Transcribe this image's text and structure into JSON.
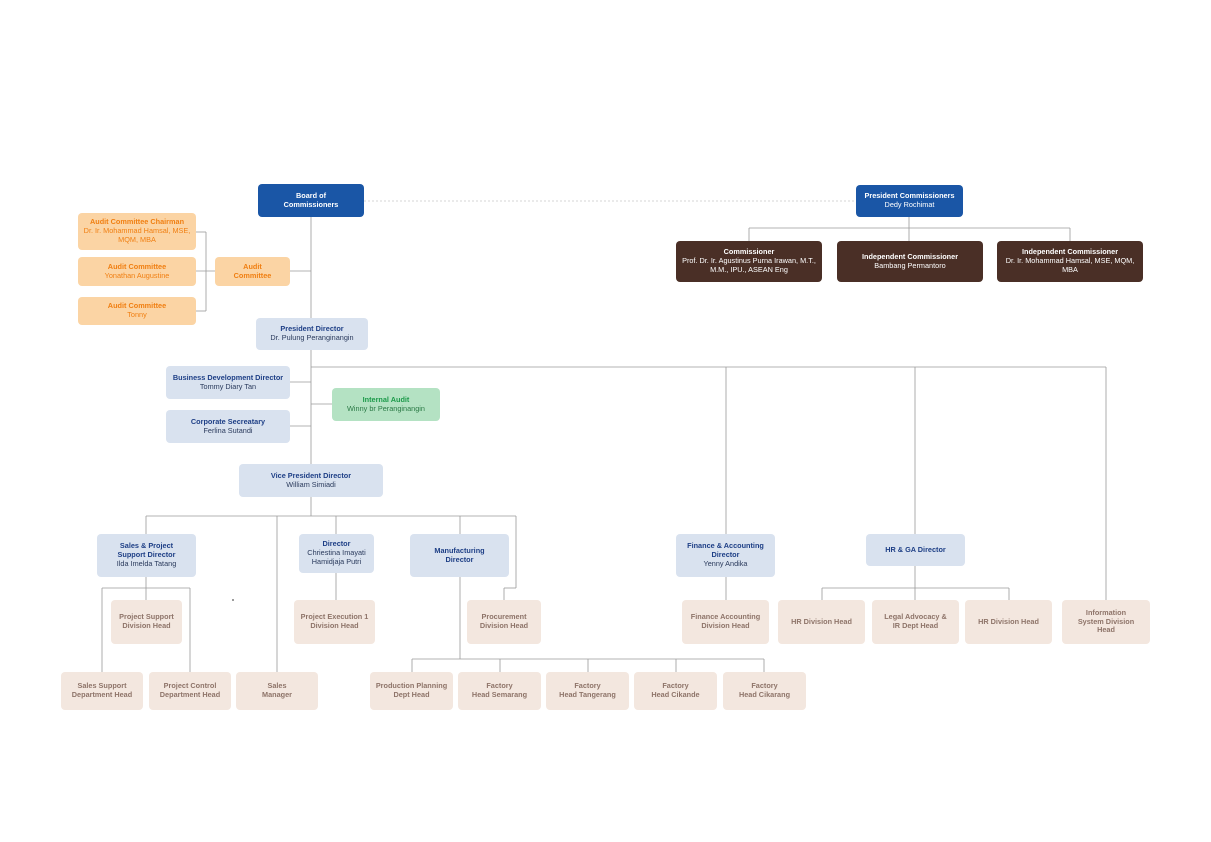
{
  "board": {
    "title": "Board of\nCommissioners"
  },
  "president_commissioners": {
    "title": "President Commissioners",
    "name": "Dedy Rochimat"
  },
  "commissioner": {
    "title": "Commissioner",
    "name": "Prof. Dr. Ir. Agustinus Purna Irawan, M.T.,\nM.M., IPU., ASEAN Eng"
  },
  "independent_commissioner_1": {
    "title": "Independent Commissioner",
    "name": "Bambang Permantoro"
  },
  "independent_commissioner_2": {
    "title": "Independent Commissioner",
    "name": "Dr. Ir. Mohammad Hamsal, MSE, MQM,\nMBA"
  },
  "audit_committee_chairman": {
    "title": "Audit Committee Chairman",
    "name": "Dr. Ir. Mohammad Hamsal, MSE,\nMQM, MBA"
  },
  "audit_committee_1": {
    "title": "Audit Committee",
    "name": "Yonathan Augustine"
  },
  "audit_committee_2": {
    "title": "Audit Committee",
    "name": "Tonny"
  },
  "audit_committee": {
    "title": "Audit\nCommittee"
  },
  "president_director": {
    "title": "President Director",
    "name": "Dr. Pulung Peranginangin"
  },
  "business_development_director": {
    "title": "Business Development Director",
    "name": "Tommy Diary Tan"
  },
  "corporate_secretary": {
    "title": "Corporate Secreatary",
    "name": "Ferlina Sutandi"
  },
  "internal_audit": {
    "title": "Internal Audit",
    "name": "Winny br Peranginangin"
  },
  "vice_president_director": {
    "title": "Vice President Director",
    "name": "William Simiadi"
  },
  "sales_project_director": {
    "title": "Sales & Project\nSupport Director",
    "name": "Ilda Imelda Tatang"
  },
  "director": {
    "title": "Director",
    "name": "Chriestina Imayati\nHamidjaja Putri"
  },
  "manufacturing_director": {
    "title": "Manufacturing\nDirector"
  },
  "finance_director": {
    "title": "Finance & Accounting\nDirector",
    "name": "Yenny Andika"
  },
  "hr_ga_director": {
    "title": "HR & GA Director"
  },
  "project_support_division_head": {
    "title": "Project Support\nDivision Head"
  },
  "project_execution_division_head": {
    "title": "Project Execution 1\nDivision Head"
  },
  "procurement_division_head": {
    "title": "Procurement\nDivision Head"
  },
  "finance_accounting_division_head": {
    "title": "Finance Accounting\nDivision Head"
  },
  "hr_division_head_1": {
    "title": "HR Division Head"
  },
  "legal_advocacy": {
    "title": "Legal Advocacy &\nIR Dept Head"
  },
  "hr_division_head_2": {
    "title": "HR Division Head"
  },
  "information_system_division_head": {
    "title": "Information\nSystem Division\nHead"
  },
  "sales_support_department_head": {
    "title": "Sales Support\nDepartment Head"
  },
  "project_control_department_head": {
    "title": "Project Control\nDepartment Head"
  },
  "sales_manager": {
    "title": "Sales\nManager"
  },
  "production_planning": {
    "title": "Production Planning\nDept Head"
  },
  "factory_semarang": {
    "title": "Factory\nHead Semarang"
  },
  "factory_tangerang": {
    "title": "Factory\nHead Tangerang"
  },
  "factory_cikande": {
    "title": "Factory\nHead Cikande"
  },
  "factory_cikarang": {
    "title": "Factory\nHead Cikarang"
  },
  "colors": {
    "navy": "#1a56a6",
    "brown": "#4a2f26",
    "orange": "#fbd4a4",
    "light_blue": "#d9e2ef",
    "green": "#b4e2c3",
    "beige": "#f3e7df",
    "line": "#9a9a9a"
  }
}
